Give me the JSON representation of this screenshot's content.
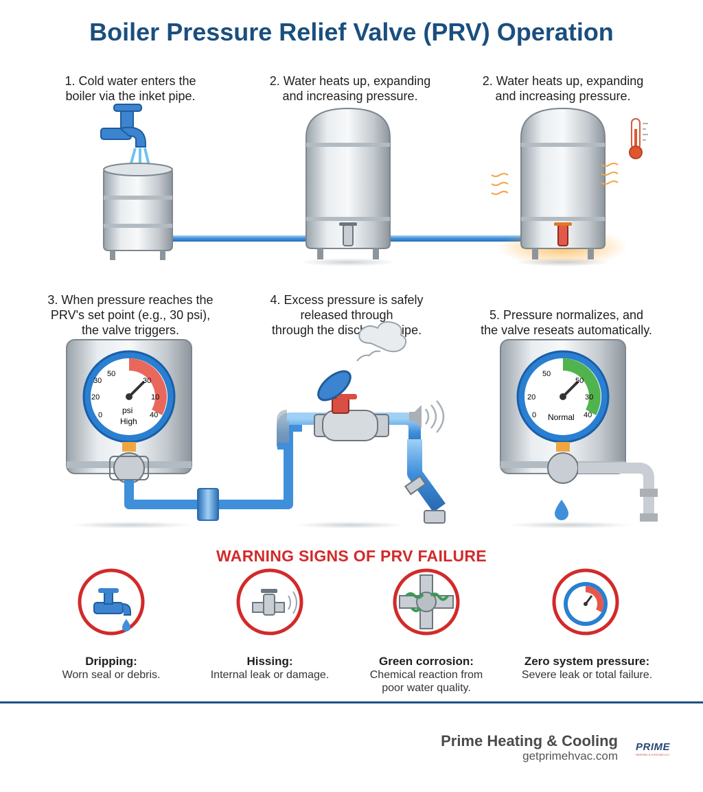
{
  "title": "Boiler Pressure Relief Valve (PRV) Operation",
  "steps": [
    {
      "lines": [
        "1. Cold water enters the",
        "boiler via the inket pipe."
      ]
    },
    {
      "lines": [
        "2. Water heats up, expanding",
        "and increasing pressure."
      ]
    },
    {
      "lines": [
        "2. Water heats up, expanding",
        "and increasing pressure."
      ]
    },
    {
      "lines": [
        "3. When pressure reaches the",
        "PRV's set point (e.g., 30 psi),",
        "the valve triggers."
      ]
    },
    {
      "lines": [
        "4. Excess pressure is safely",
        "released through",
        "through the discharge pipe."
      ]
    },
    {
      "lines": [
        "5. Pressure normalizes, and",
        "the valve reseats automatically."
      ]
    }
  ],
  "gauge_high": {
    "ticks": [
      "50",
      "30",
      "30",
      "20",
      "10",
      "0",
      "40"
    ],
    "unit": "psi",
    "label": "High",
    "zone_color": "#e8564a"
  },
  "gauge_normal": {
    "ticks": [
      "50",
      "50",
      "20",
      "30",
      "0",
      "40"
    ],
    "label": "Normal",
    "zone_color": "#3dab3a"
  },
  "warning": {
    "title": "WARNING SIGNS OF PRV FAILURE",
    "signs": [
      {
        "title": "Dripping:",
        "desc": [
          "Worn seal or debris."
        ],
        "icon": "dripping-faucet-icon"
      },
      {
        "title": "Hissing:",
        "desc": [
          "Internal leak or damage."
        ],
        "icon": "hissing-valve-icon"
      },
      {
        "title": "Green corrosion:",
        "desc": [
          "Chemical reaction from",
          "poor water quality."
        ],
        "icon": "corroded-pipe-icon"
      },
      {
        "title": "Zero system pressure:",
        "desc": [
          "Severe leak or total failure."
        ],
        "icon": "pressure-gauge-icon"
      }
    ]
  },
  "footer": {
    "company": "Prime Heating & Cooling",
    "website": "getprimehvac.com",
    "logo_text": "PRIME",
    "logo_subtext": "HEATING & COOLING LLC"
  },
  "colors": {
    "title": "#1a4f7e",
    "warning": "#d22a2a",
    "pipe": "#4a9be0",
    "divider": "#1f4f86"
  }
}
